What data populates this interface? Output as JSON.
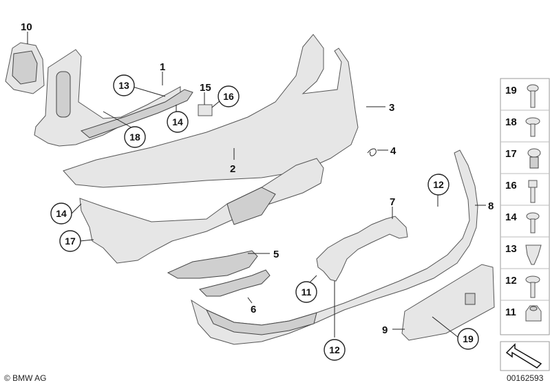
{
  "labels": {
    "l1": "1",
    "l2": "2",
    "l3": "3",
    "l4": "4",
    "l5": "5",
    "l6": "6",
    "l7": "7",
    "l8": "8",
    "l9": "9",
    "l10": "10",
    "l15": "15"
  },
  "circled": {
    "c13": "13",
    "c14a": "14",
    "c16": "16",
    "c18": "18",
    "c14b": "14",
    "c17": "17",
    "c12a": "12",
    "c11": "11",
    "c12b": "12",
    "c19": "19"
  },
  "legend": [
    "19",
    "18",
    "17",
    "16",
    "14",
    "13",
    "12",
    "11"
  ],
  "footer": {
    "copyright": "© BMW AG",
    "diagram_id": "00162593"
  }
}
